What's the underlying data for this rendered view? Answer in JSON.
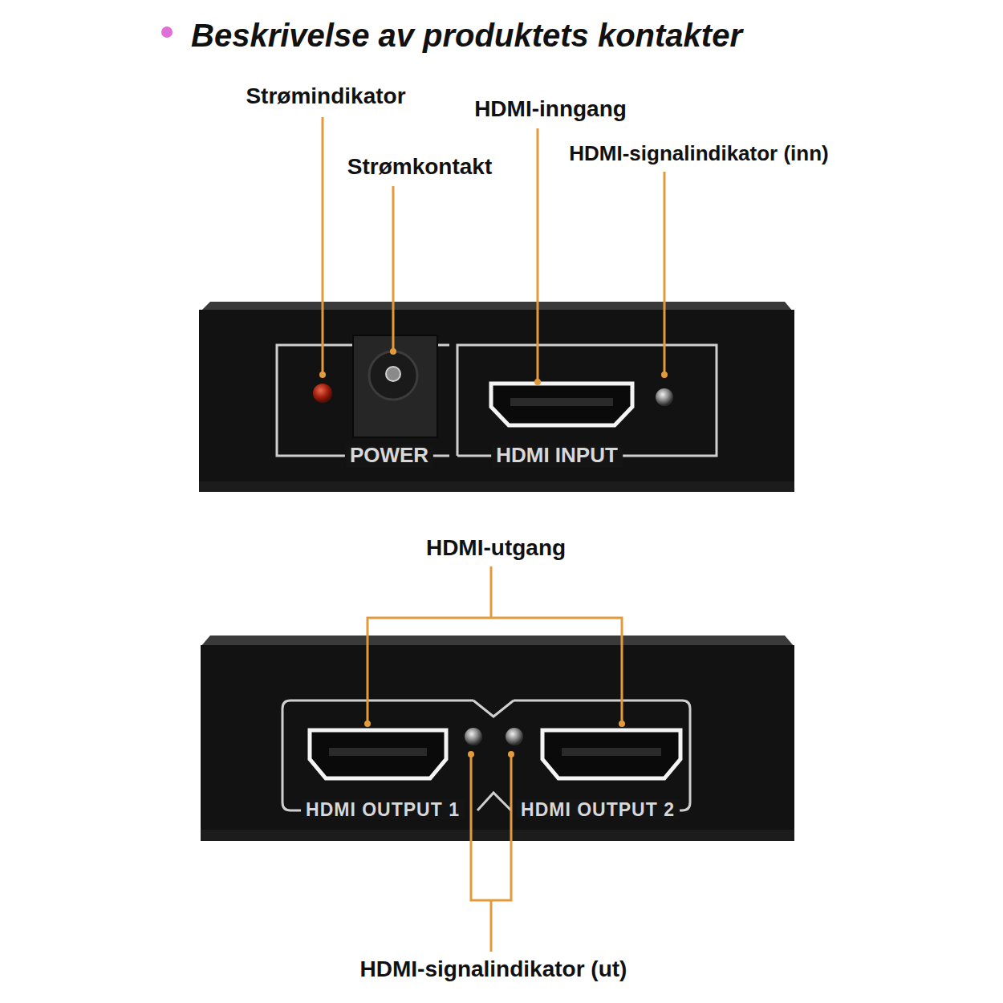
{
  "diagram": {
    "title": "Beskrivelse av produktets kontakter",
    "labels": [
      "Strømindikator",
      "HDMI-inngang",
      "Strømkontakt",
      "HDMI-signalindikator (inn)",
      "POWER",
      "HDMI INPUT",
      "HDMI-utgang",
      "HDMI OUTPUT 1",
      "HDMI OUTPUT 2",
      "HDMI-signalindikator (ut)"
    ]
  }
}
